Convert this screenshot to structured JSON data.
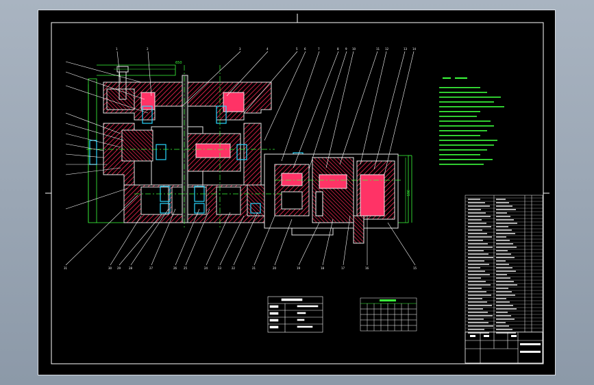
{
  "drawing": {
    "background": "#000000",
    "frame_color": "#ffffff",
    "section_colors": {
      "hatch": "#ff2a55",
      "solid": "#ff3366",
      "outline": "#e8e8e8",
      "bearing": "#28d7ff",
      "center": "#3cff3c",
      "leader": "#ffffff"
    }
  },
  "balloons": {
    "top": [
      "1",
      "2",
      "3",
      "4",
      "5",
      "6",
      "7",
      "8",
      "9",
      "10",
      "11",
      "12",
      "13",
      "14"
    ],
    "bottom": [
      "31",
      "30",
      "29",
      "28",
      "27",
      "26",
      "25",
      "24",
      "23",
      "22",
      "21",
      "20",
      "19",
      "18",
      "17",
      "16",
      "15"
    ]
  },
  "dims": [
    "650",
    "365"
  ]
}
